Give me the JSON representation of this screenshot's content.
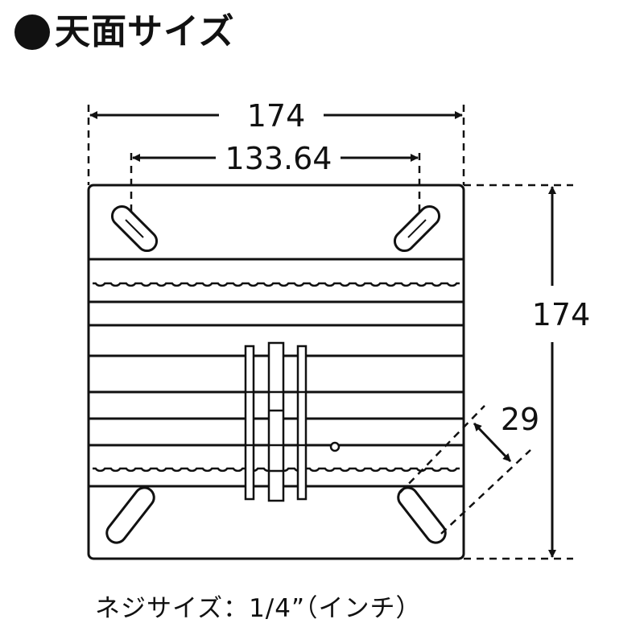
{
  "heading": {
    "title": "天面サイズ"
  },
  "dimensions": {
    "width": "174",
    "slot_spacing": "133.64",
    "depth": "174",
    "slot_length": "29"
  },
  "footer": {
    "text": "ネジサイズ：1/4”（インチ）"
  }
}
